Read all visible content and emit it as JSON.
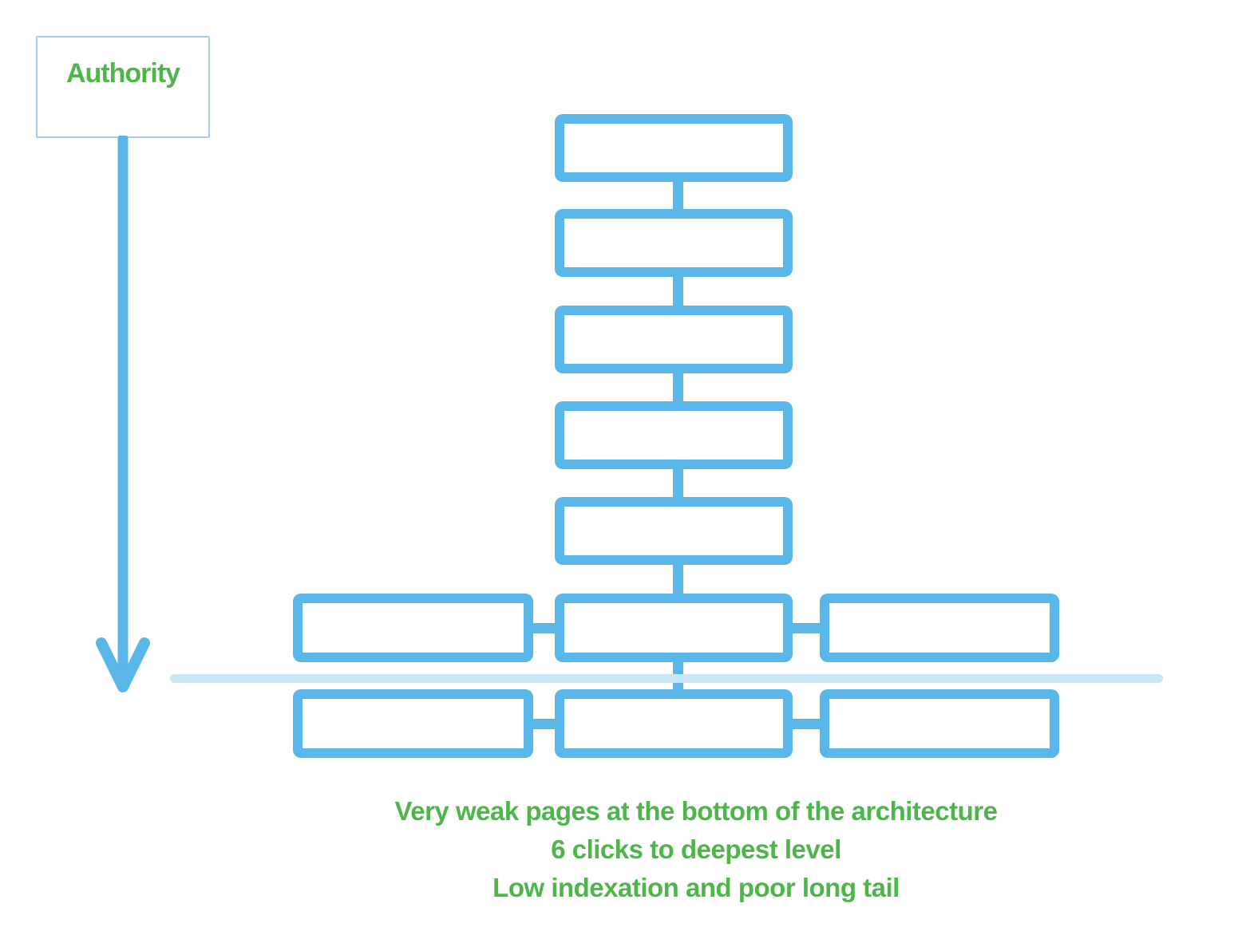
{
  "authority": {
    "label": "Authority"
  },
  "caption": {
    "line1": "Very weak pages at the bottom of the architecture",
    "line2": "6 clicks to deepest level",
    "line3": "Low indexation and poor long tail"
  },
  "colors": {
    "box_blue": "#58B6E9",
    "depth_line_blue": "#C9E6F7",
    "green_text": "#4CB648",
    "authority_box_border": "#A9CDE6",
    "background": "#FFFFFF"
  },
  "diagram": {
    "stacked_levels": 5,
    "bottom_rows": 2,
    "boxes_per_bottom_row": 3,
    "total_boxes": 11
  }
}
